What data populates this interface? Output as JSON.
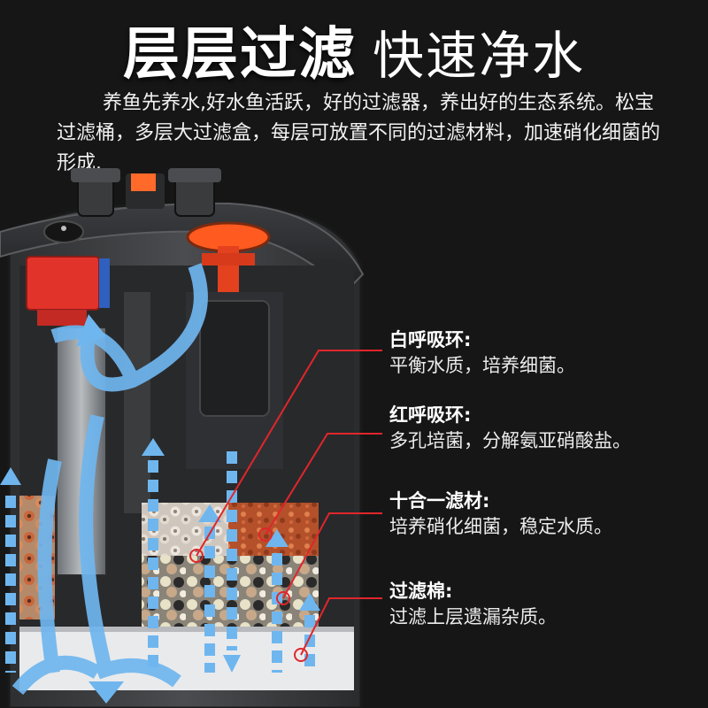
{
  "headline": {
    "bold": "层层过滤",
    "light": "快速净水"
  },
  "intro": "养鱼先养水,好水鱼活跃，好的过滤器，养出好的生态系统。松宝过滤桶，多层大过滤盒，每层可放置不同的过滤材料，加速硝化细菌的形成.",
  "callouts": [
    {
      "title": "白呼吸环:",
      "desc": "平衡水质，培养细菌。"
    },
    {
      "title": "红呼吸环:",
      "desc": "多孔培菌，分解氨亚硝酸盐。"
    },
    {
      "title": "十合一滤材:",
      "desc": "培养硝化细菌，稳定水质。"
    },
    {
      "title": "过滤棉:",
      "desc": "过滤上层遗漏杂质。"
    }
  ],
  "colors": {
    "background": "#161616",
    "flow_arrow": "#6fb6ef",
    "leader_line": "#e0262b",
    "valve_red": "#e2332b",
    "valve_orange": "#ff5a1f"
  }
}
